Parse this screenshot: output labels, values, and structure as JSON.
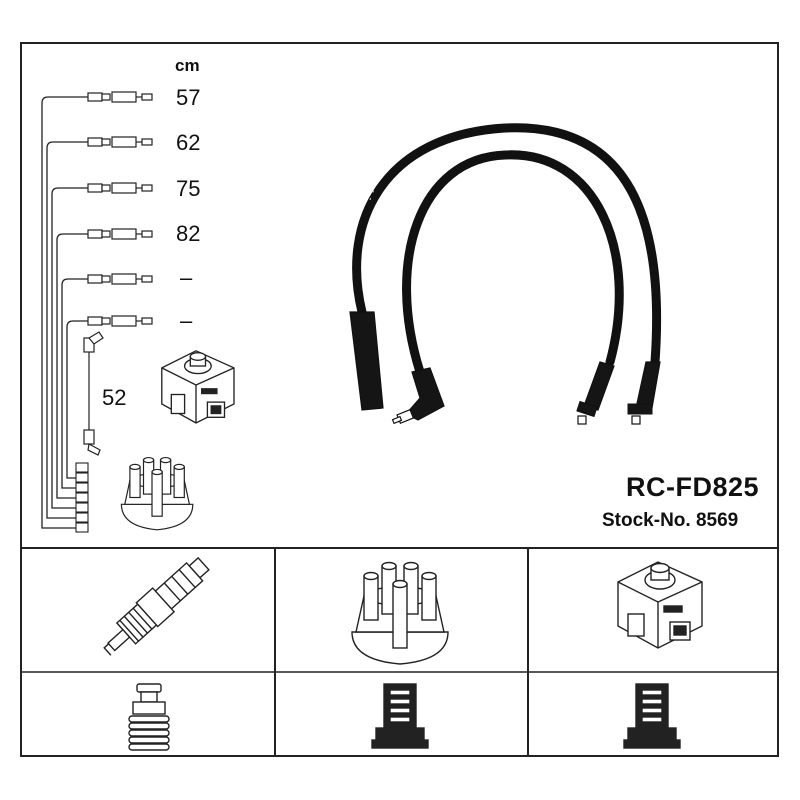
{
  "legend": {
    "unit": "cm",
    "lengths": [
      "57",
      "62",
      "75",
      "82",
      "–",
      "–"
    ],
    "coil_lead_length": "52"
  },
  "product": {
    "model": "RC-FD825",
    "stock_no": "Stock-No. 8569"
  },
  "icons": {
    "spark_plug": "spark-plug-icon",
    "distributor_cap": "distributor-cap-icon",
    "ignition_coil": "ignition-coil-icon",
    "plug_terminal": "plug-terminal-icon",
    "cap_terminal": "cap-terminal-icon",
    "coil_terminal": "coil-terminal-icon"
  }
}
